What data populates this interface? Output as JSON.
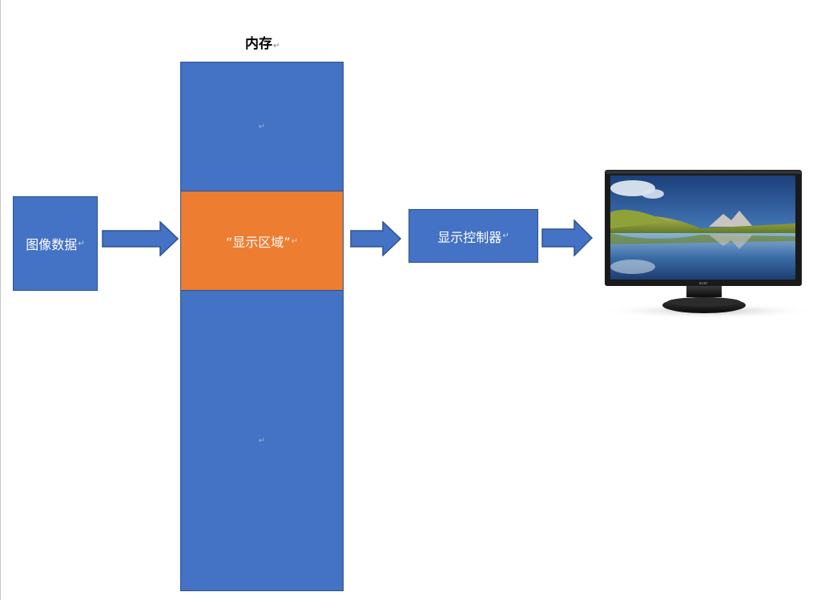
{
  "memory": {
    "title": "内存",
    "top_mark": "↵",
    "display_region_label": "“显示区域”",
    "bottom_mark": "↵"
  },
  "image_data": {
    "label": "图像数据"
  },
  "display_controller": {
    "label": "显示控制器"
  },
  "paragraph_mark": "↵",
  "colors": {
    "block_blue": "#4472c4",
    "block_border": "#2f528f",
    "display_region_orange": "#ed7d31"
  },
  "icons": {
    "arrow": "block-arrow-right",
    "monitor": "lcd-monitor-with-landscape"
  }
}
